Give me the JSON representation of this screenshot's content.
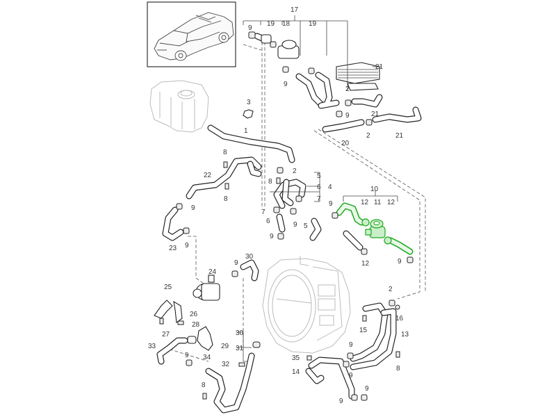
{
  "diagram": {
    "title": "Cooling system hoses - parts diagram",
    "highlight_color": "#1fa81f",
    "inset": {
      "label": "vehicle-overview",
      "description": "SUV line drawing"
    },
    "callouts": [
      {
        "id": "c17",
        "text": "17"
      },
      {
        "id": "c9a",
        "text": "9"
      },
      {
        "id": "c19a",
        "text": "19"
      },
      {
        "id": "c18",
        "text": "18"
      },
      {
        "id": "c19b",
        "text": "19"
      },
      {
        "id": "c9b",
        "text": "9"
      },
      {
        "id": "c21a",
        "text": "21"
      },
      {
        "id": "c2a",
        "text": "2"
      },
      {
        "id": "c21b",
        "text": "21"
      },
      {
        "id": "c9c",
        "text": "9"
      },
      {
        "id": "c2b",
        "text": "2"
      },
      {
        "id": "c21c",
        "text": "21"
      },
      {
        "id": "c20",
        "text": "20"
      },
      {
        "id": "c3",
        "text": "3"
      },
      {
        "id": "c1",
        "text": "1"
      },
      {
        "id": "c8a",
        "text": "8"
      },
      {
        "id": "c22",
        "text": "22"
      },
      {
        "id": "c8b",
        "text": "8"
      },
      {
        "id": "c2c",
        "text": "2"
      },
      {
        "id": "c8c",
        "text": "8"
      },
      {
        "id": "c5a",
        "text": "5"
      },
      {
        "id": "c6a",
        "text": "6"
      },
      {
        "id": "c4",
        "text": "4"
      },
      {
        "id": "c7a",
        "text": "7"
      },
      {
        "id": "c7b",
        "text": "7"
      },
      {
        "id": "c6b",
        "text": "6"
      },
      {
        "id": "c9d",
        "text": "9"
      },
      {
        "id": "c5b",
        "text": "5"
      },
      {
        "id": "c9e",
        "text": "9"
      },
      {
        "id": "c10",
        "text": "10"
      },
      {
        "id": "c9f",
        "text": "9"
      },
      {
        "id": "c12a",
        "text": "12"
      },
      {
        "id": "c11",
        "text": "11"
      },
      {
        "id": "c12b",
        "text": "12"
      },
      {
        "id": "c12c",
        "text": "12"
      },
      {
        "id": "c9g",
        "text": "9"
      },
      {
        "id": "c9h",
        "text": "9"
      },
      {
        "id": "c23",
        "text": "23"
      },
      {
        "id": "c9i",
        "text": "9"
      },
      {
        "id": "c30a",
        "text": "30"
      },
      {
        "id": "c9j",
        "text": "9"
      },
      {
        "id": "c24",
        "text": "24"
      },
      {
        "id": "c25",
        "text": "25"
      },
      {
        "id": "c26",
        "text": "26"
      },
      {
        "id": "c28",
        "text": "28"
      },
      {
        "id": "c27",
        "text": "27"
      },
      {
        "id": "c30b",
        "text": "30"
      },
      {
        "id": "c29",
        "text": "29"
      },
      {
        "id": "c31",
        "text": "31"
      },
      {
        "id": "c33",
        "text": "33"
      },
      {
        "id": "c34",
        "text": "34"
      },
      {
        "id": "c9k",
        "text": "9"
      },
      {
        "id": "c32",
        "text": "32"
      },
      {
        "id": "c8d",
        "text": "8"
      },
      {
        "id": "c2d",
        "text": "2"
      },
      {
        "id": "c16",
        "text": "16"
      },
      {
        "id": "c15",
        "text": "15"
      },
      {
        "id": "c13",
        "text": "13"
      },
      {
        "id": "c8e",
        "text": "8"
      },
      {
        "id": "c35",
        "text": "35"
      },
      {
        "id": "c9l",
        "text": "9"
      },
      {
        "id": "c14",
        "text": "14"
      },
      {
        "id": "c9m",
        "text": "9"
      },
      {
        "id": "c9n",
        "text": "9"
      },
      {
        "id": "c9o",
        "text": "9"
      }
    ]
  }
}
